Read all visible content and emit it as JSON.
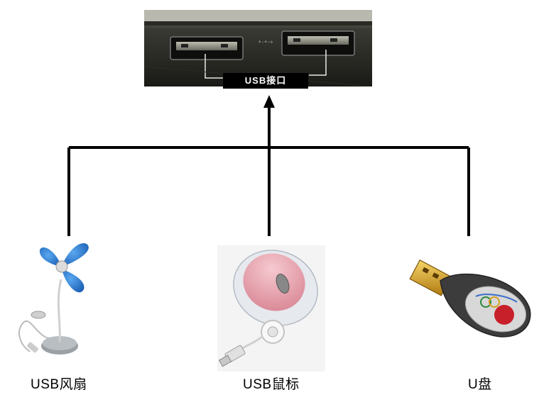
{
  "port": {
    "label": "USB接口"
  },
  "devices": [
    {
      "caption": "USB风扇",
      "icon": "usb-fan-icon"
    },
    {
      "caption": "USB鼠标",
      "icon": "usb-mouse-icon"
    },
    {
      "caption": "U盘",
      "icon": "usb-flash-drive-icon"
    }
  ],
  "colors": {
    "lines": "#000000",
    "fan_blade": "#2f7fd6",
    "mouse_shell": "#e8a2ad",
    "drive_body": "#444444",
    "connector_gold": "#d9a21e"
  }
}
